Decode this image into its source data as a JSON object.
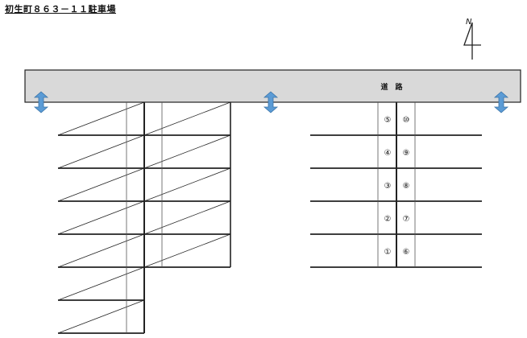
{
  "title": "初生町８６３－１１駐車場",
  "road": {
    "label": "道　路",
    "fill": "#d9d9d9"
  },
  "arrow_color": "#5b9bd5",
  "north": {
    "label": "N"
  },
  "spaces": {
    "left_column": [
      "⑤",
      "④",
      "③",
      "②",
      "①"
    ],
    "right_column": [
      "⑩",
      "⑨",
      "⑧",
      "⑦",
      "⑥"
    ]
  }
}
